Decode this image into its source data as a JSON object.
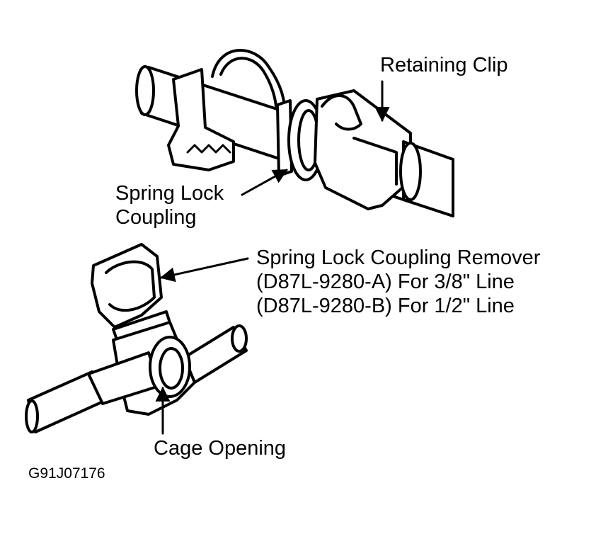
{
  "labels": {
    "retaining_clip": "Retaining Clip",
    "spring_lock_coupling_line1": "Spring Lock",
    "spring_lock_coupling_line2": "Coupling",
    "remover_line1": "Spring Lock Coupling Remover",
    "remover_line2": "(D87L-9280-A) For 3/8\" Line",
    "remover_line3": "(D87L-9280-B) For 1/2\" Line",
    "cage_opening": "Cage Opening"
  },
  "figure_id": "G91J07176",
  "colors": {
    "ink": "#000000",
    "paper": "#ffffff"
  }
}
